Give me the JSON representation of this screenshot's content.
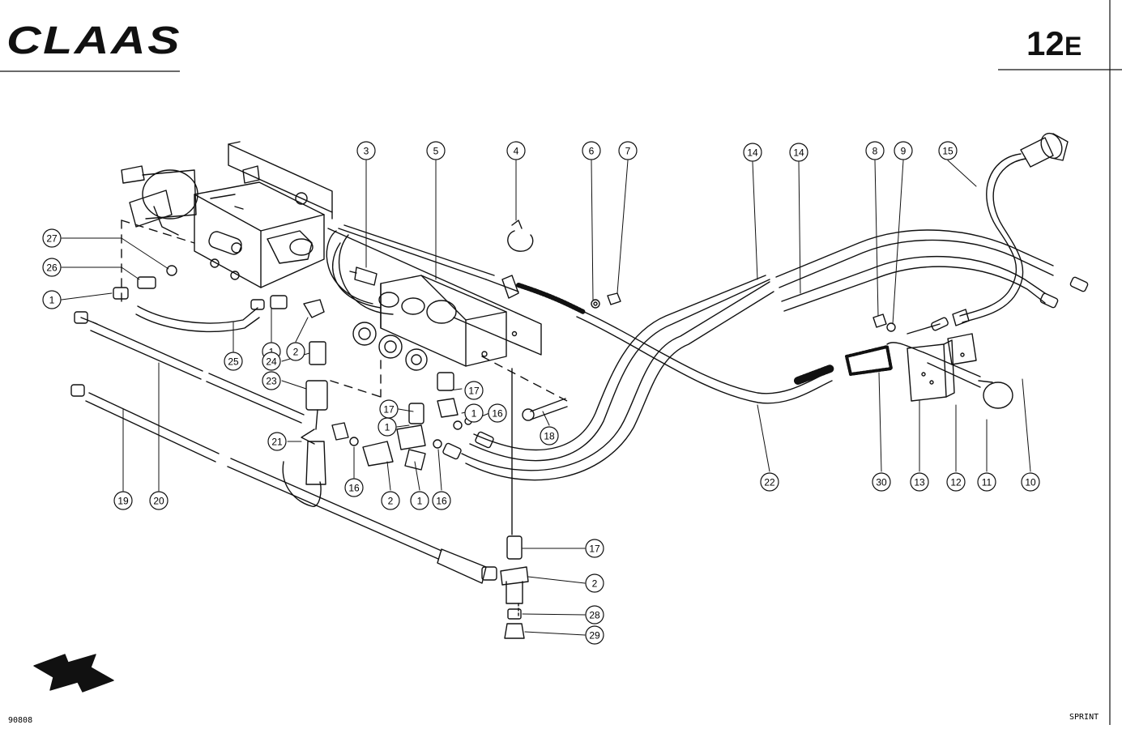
{
  "header": {
    "brand": "CLAAS",
    "sheet_number": "12",
    "sheet_suffix": "E"
  },
  "footer": {
    "drawing_number": "90808",
    "model": "SPRINT"
  },
  "callouts": [
    {
      "id": "c-3a",
      "label": "3"
    },
    {
      "id": "c-5",
      "label": "5"
    },
    {
      "id": "c-4",
      "label": "4"
    },
    {
      "id": "c-6",
      "label": "6"
    },
    {
      "id": "c-7",
      "label": "7"
    },
    {
      "id": "c-14a",
      "label": "14"
    },
    {
      "id": "c-14b",
      "label": "14"
    },
    {
      "id": "c-8",
      "label": "8"
    },
    {
      "id": "c-9",
      "label": "9"
    },
    {
      "id": "c-15",
      "label": "15"
    },
    {
      "id": "c-27",
      "label": "27"
    },
    {
      "id": "c-26",
      "label": "26"
    },
    {
      "id": "c-1a",
      "label": "1"
    },
    {
      "id": "c-25",
      "label": "25"
    },
    {
      "id": "c-1b",
      "label": "1"
    },
    {
      "id": "c-2a",
      "label": "2"
    },
    {
      "id": "c-24",
      "label": "24"
    },
    {
      "id": "c-23",
      "label": "23"
    },
    {
      "id": "c-17a",
      "label": "17"
    },
    {
      "id": "c-17b",
      "label": "17"
    },
    {
      "id": "c-1c",
      "label": "1"
    },
    {
      "id": "c-1d",
      "label": "1"
    },
    {
      "id": "c-16a",
      "label": "16"
    },
    {
      "id": "c-18",
      "label": "18"
    },
    {
      "id": "c-21",
      "label": "21"
    },
    {
      "id": "c-16b",
      "label": "16"
    },
    {
      "id": "c-2b",
      "label": "2"
    },
    {
      "id": "c-1e",
      "label": "1"
    },
    {
      "id": "c-16c",
      "label": "16"
    },
    {
      "id": "c-19",
      "label": "19"
    },
    {
      "id": "c-20",
      "label": "20"
    },
    {
      "id": "c-22",
      "label": "22"
    },
    {
      "id": "c-30",
      "label": "30"
    },
    {
      "id": "c-13",
      "label": "13"
    },
    {
      "id": "c-12",
      "label": "12"
    },
    {
      "id": "c-11",
      "label": "11"
    },
    {
      "id": "c-10",
      "label": "10"
    },
    {
      "id": "c-17c",
      "label": "17"
    },
    {
      "id": "c-2c",
      "label": "2"
    },
    {
      "id": "c-28",
      "label": "28"
    },
    {
      "id": "c-29",
      "label": "29"
    }
  ]
}
